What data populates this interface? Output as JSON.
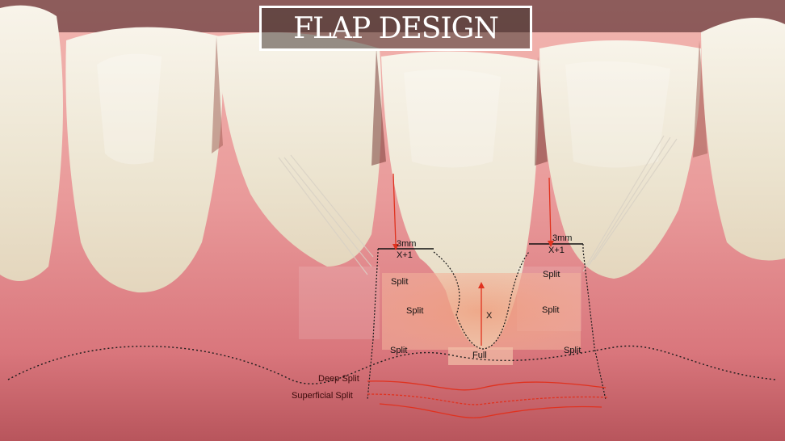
{
  "title": "FLAP DESIGN",
  "labels": {
    "left_width": "3mm",
    "left_length": "X+1",
    "right_width": "3mm",
    "right_length": "X+1",
    "recession_depth": "X",
    "split_upper_left": "Split",
    "split_mid_left": "Split",
    "split_lower_left": "Split",
    "split_upper_right": "Split",
    "split_mid_right": "Split",
    "split_lower_right": "Split",
    "full_thickness": "Full",
    "deep_split": "Deep Split",
    "superficial_split": "Superficial  Split"
  },
  "colors": {
    "gingiva": "#e79a9c",
    "tooth": "#efe9d8",
    "annotation_red": "#e0321f",
    "flap_line": "#111111"
  }
}
